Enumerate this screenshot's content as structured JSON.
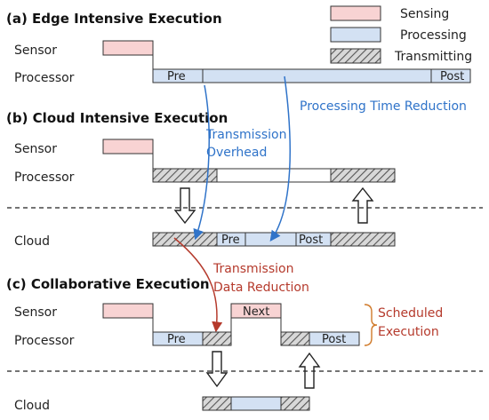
{
  "legend": {
    "sensing": "Sensing",
    "processing": "Processing",
    "transmitting": "Transmitting"
  },
  "sections": {
    "a": "(a) Edge Intensive Execution",
    "b": "(b) Cloud Intensive Execution",
    "c": "(c) Collaborative Execution"
  },
  "rows": {
    "sensor": "Sensor",
    "processor": "Processor",
    "cloud": "Cloud"
  },
  "blocks": {
    "pre": "Pre",
    "post": "Post",
    "next": "Next"
  },
  "annotations": {
    "processing_time_reduction": "Processing Time Reduction",
    "transmission_overhead_l1": "Transmission",
    "transmission_overhead_l2": "Overhead",
    "transmission_data_reduction_l1": "Transmission",
    "transmission_data_reduction_l2": "Data Reduction",
    "scheduled_execution_l1": "Scheduled",
    "scheduled_execution_l2": "Execution"
  },
  "colors": {
    "sensing": "#f8d3d3",
    "processing": "#d3e1f3",
    "blue_arrow": "#2f73c9",
    "red_arrow": "#b53a2c",
    "bracket": "#d07a2a"
  }
}
